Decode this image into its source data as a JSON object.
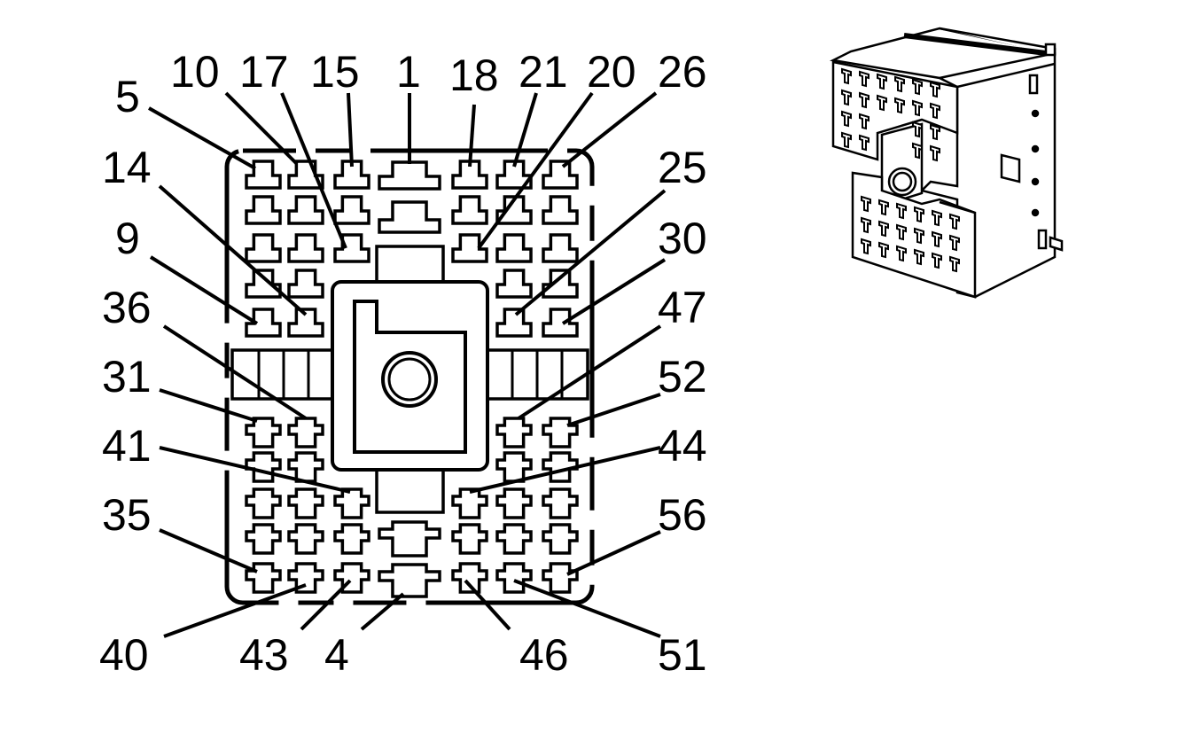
{
  "labels": {
    "p5": "5",
    "p10": "10",
    "p17": "17",
    "p15": "15",
    "p1": "1",
    "p18": "18",
    "p21": "21",
    "p20": "20",
    "p26": "26",
    "p14": "14",
    "p25": "25",
    "p9": "9",
    "p30": "30",
    "p36": "36",
    "p47": "47",
    "p31": "31",
    "p52": "52",
    "p41": "41",
    "p44": "44",
    "p35": "35",
    "p56": "56",
    "p40": "40",
    "p43": "43",
    "p4": "4",
    "p46": "46",
    "p51": "51"
  },
  "colors": {
    "line": "#000000",
    "background": "#ffffff"
  }
}
